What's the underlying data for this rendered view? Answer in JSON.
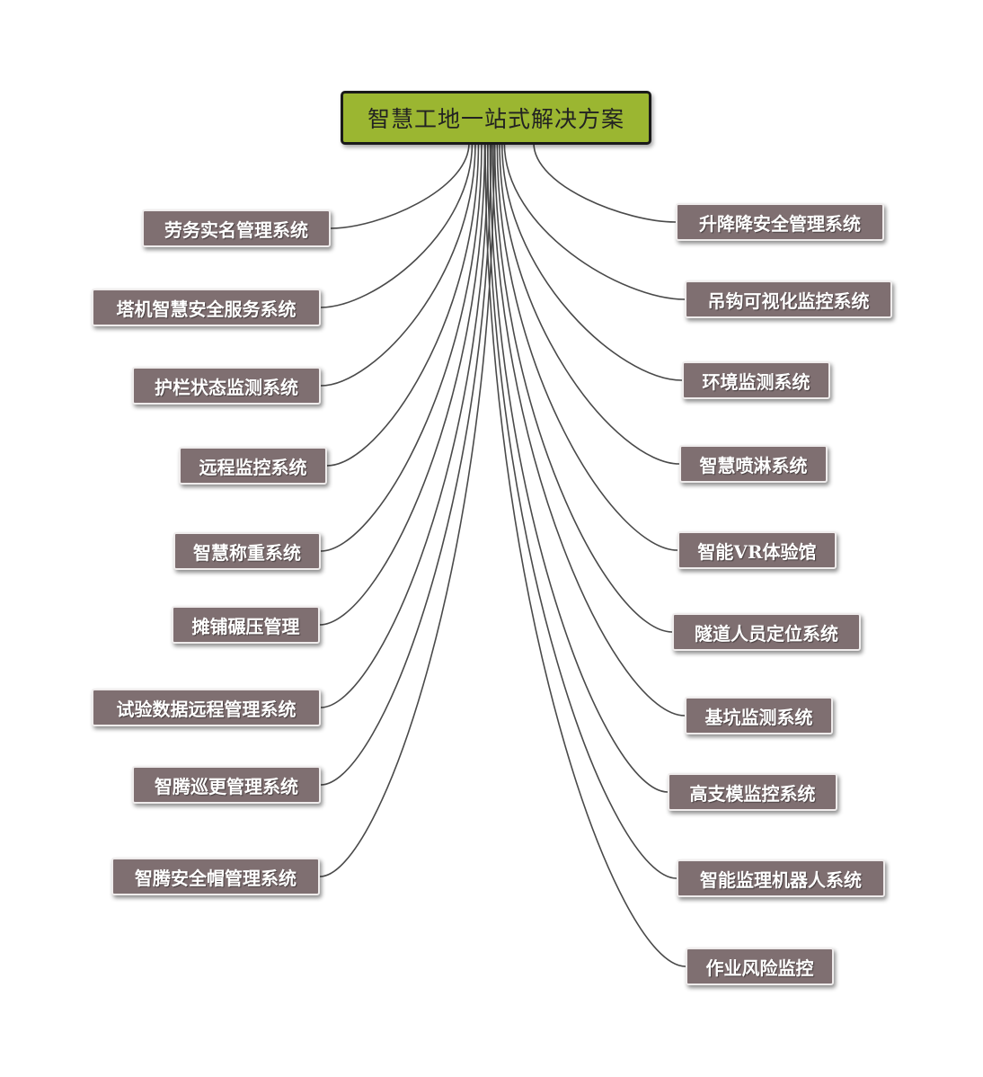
{
  "root": {
    "label": "智慧工地一站式解决方案"
  },
  "left_nodes": [
    "劳务实名管理系统",
    "塔机智慧安全服务系统",
    "护栏状态监测系统",
    "远程监控系统",
    "智慧称重系统",
    "摊铺碾压管理",
    "试验数据远程管理系统",
    "智腾巡更管理系统",
    "智腾安全帽管理系统"
  ],
  "right_nodes": [
    "升降降安全管理系统",
    "吊钩可视化监控系统",
    "环境监测系统",
    "智慧喷淋系统",
    "智能VR体验馆",
    "隧道人员定位系统",
    "基坑监测系统",
    "高支模监控系统",
    "智能监理机器人系统",
    "作业风险监控"
  ],
  "colors": {
    "root_fill": "#9bb631",
    "node_fill": "#7f6f71",
    "connector": "#4a4a4a"
  }
}
